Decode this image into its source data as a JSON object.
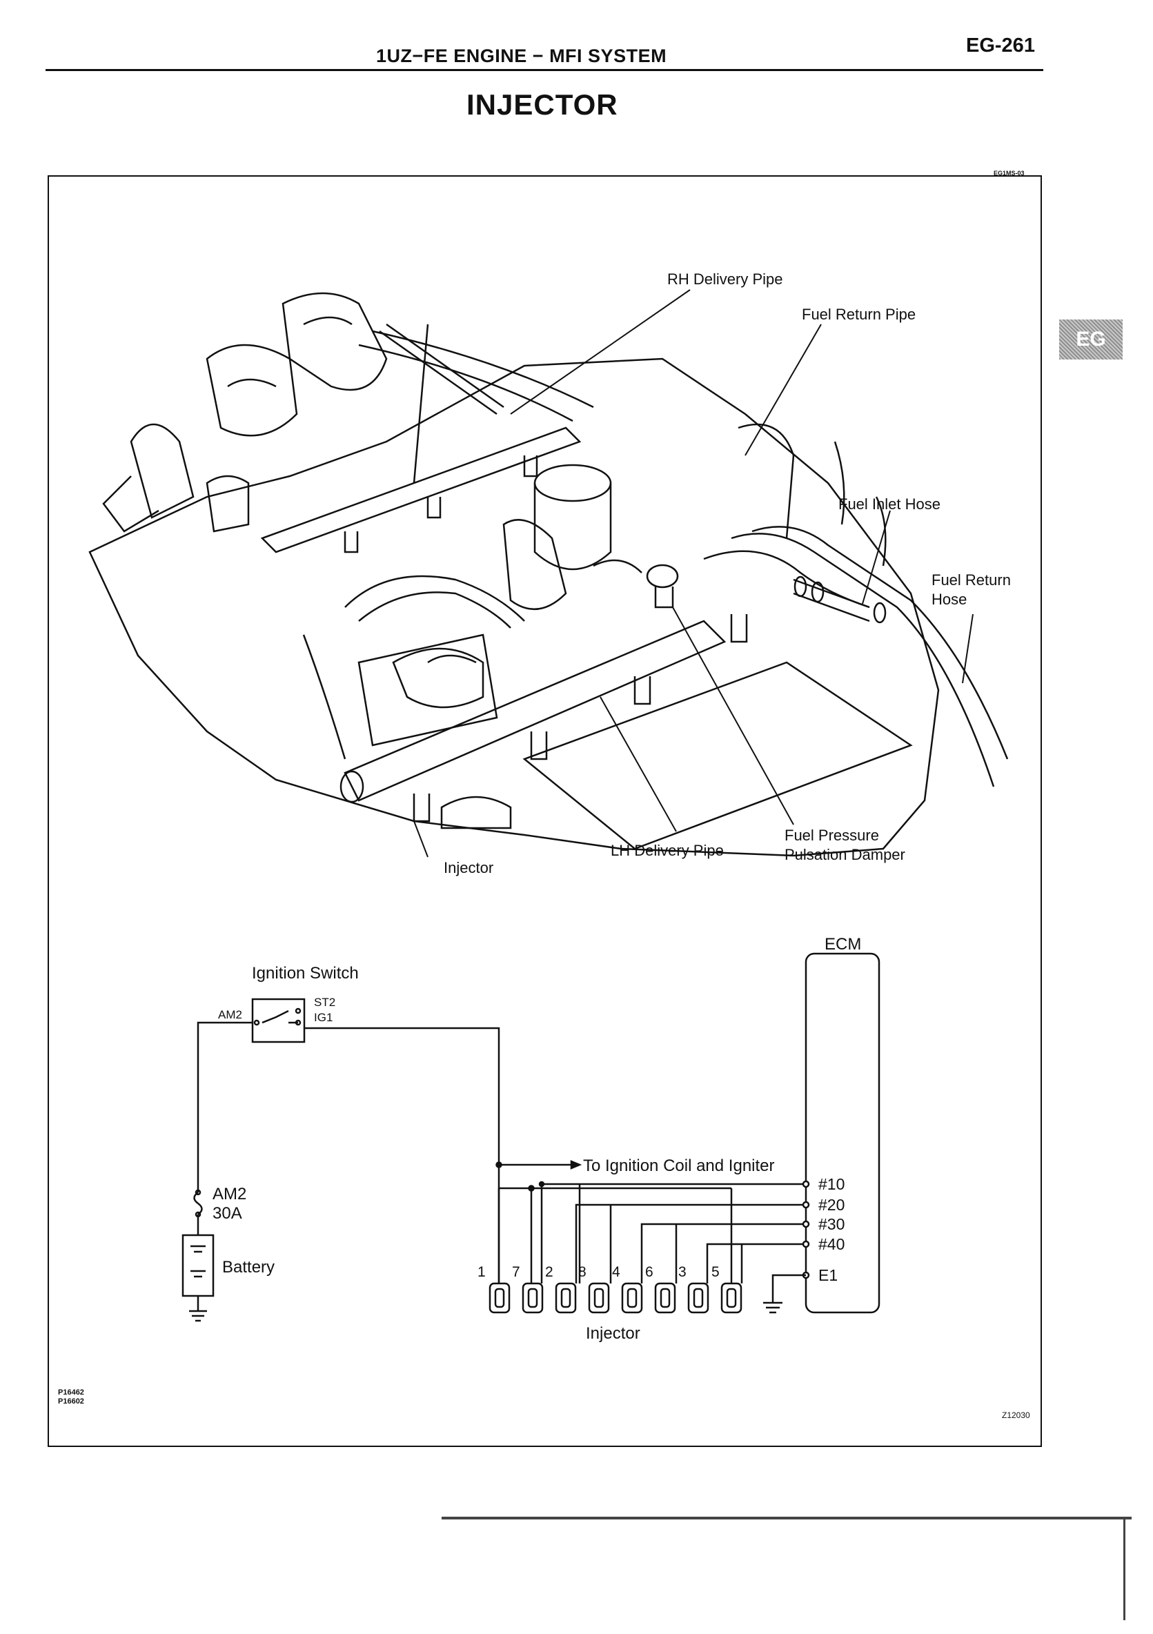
{
  "header": {
    "title": "1UZ−FE ENGINE − MFI SYSTEM",
    "page_number": "EG-261"
  },
  "page_title": "INJECTOR",
  "side_tab": "EG",
  "figure": {
    "code_top": "EG1MS-03",
    "codes_left": [
      "P16462",
      "P16602"
    ],
    "code_right": "Z12030"
  },
  "engine_labels": {
    "rh_delivery_pipe": "RH Delivery Pipe",
    "fuel_return_pipe": "Fuel Return Pipe",
    "fuel_inlet_hose": "Fuel Inlet Hose",
    "fuel_return_hose_1": "Fuel Return",
    "fuel_return_hose_2": "Hose",
    "injector": "Injector",
    "lh_delivery_pipe": "LH Delivery Pipe",
    "fuel_pressure_1": "Fuel Pressure",
    "fuel_pressure_2": "Pulsation Damper"
  },
  "circuit": {
    "ignition_switch": "Ignition Switch",
    "am2_terminal": "AM2",
    "st2_terminal": "ST2",
    "ig1_terminal": "IG1",
    "fuse_name": "AM2",
    "fuse_rating": "30A",
    "battery": "Battery",
    "ecm": "ECM",
    "to_ignition": "To Ignition Coil and Igniter",
    "ecm_pins": [
      "#10",
      "#20",
      "#30",
      "#40",
      "E1"
    ],
    "injector_numbers": [
      "1",
      "7",
      "2",
      "8",
      "4",
      "6",
      "3",
      "5"
    ],
    "injector_label": "Injector"
  }
}
